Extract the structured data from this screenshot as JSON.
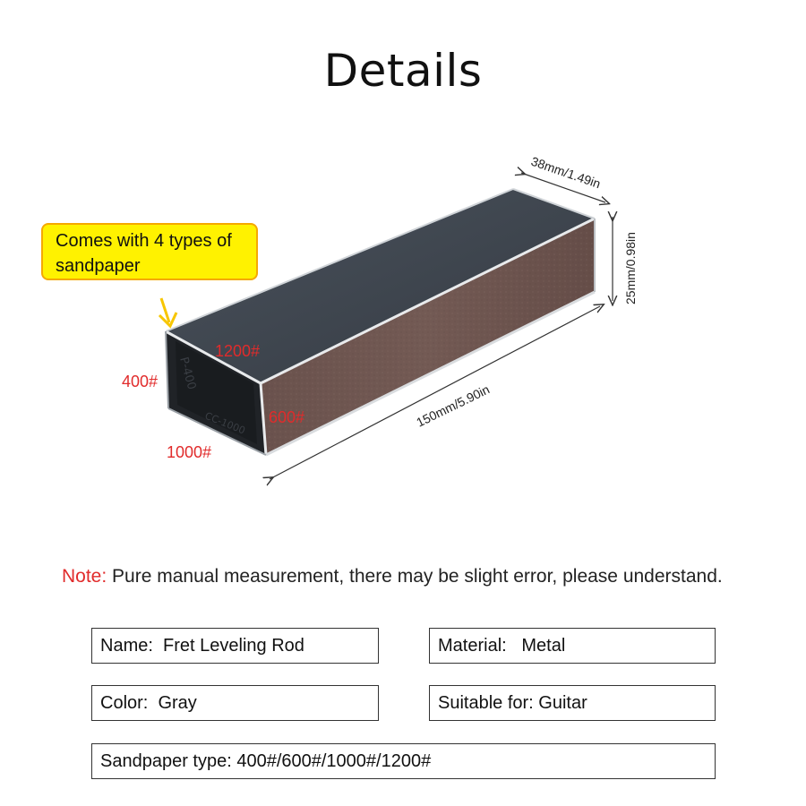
{
  "title": "Details",
  "callout": "Comes with 4 types of sandpaper",
  "dimensions": {
    "width": "38mm/1.49in",
    "height": "25mm/0.98in",
    "length": "150mm/5.90in"
  },
  "grit_labels": {
    "top": "1200#",
    "left": "400#",
    "side": "600#",
    "bottom": "1000#"
  },
  "end_face_marks": {
    "left": "P-400",
    "bottom": "CC-1000"
  },
  "note": {
    "label": "Note:",
    "text": " Pure manual measurement, there may be slight error, please understand."
  },
  "specs": {
    "name": "Name:  Fret Leveling Rod",
    "material": "Material:   Metal",
    "color": "Color:  Gray",
    "suitable": "Suitable for: Guitar",
    "sandpaper": "Sandpaper type: 400#/600#/1000#/1200#"
  },
  "colors": {
    "grit_label": "#e12b2b",
    "callout_bg": "#fff200",
    "callout_border": "#f5a800",
    "arrow": "#f7c600",
    "top_face": "#3d444d",
    "side_face": "#6e5550",
    "end_face": "#202327"
  }
}
